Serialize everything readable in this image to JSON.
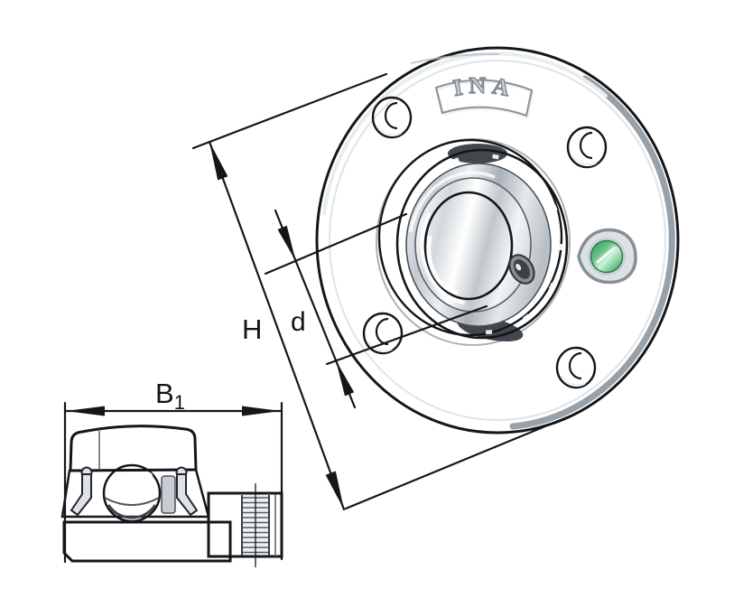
{
  "diagram": {
    "subject": "flanged-bearing-unit-with-section-view",
    "logo": {
      "text": "INA"
    },
    "dimensions": {
      "height": {
        "label": "H"
      },
      "bore": {
        "label": "d"
      },
      "width": {
        "label": "B",
        "subscript": "1"
      }
    },
    "colors": {
      "background": "#ffffff",
      "outline": "#14171a",
      "flange_light": "#e0e5e9",
      "flange_mid": "#ccd3d8",
      "flange_dark": "#b2bac0",
      "metal_highlight": "#f4f6f7",
      "metal_shadow": "#6d747a",
      "seal_dark": "#32373c",
      "grease_green": "#2f9b55",
      "grease_green_light": "#cdf1da"
    }
  }
}
